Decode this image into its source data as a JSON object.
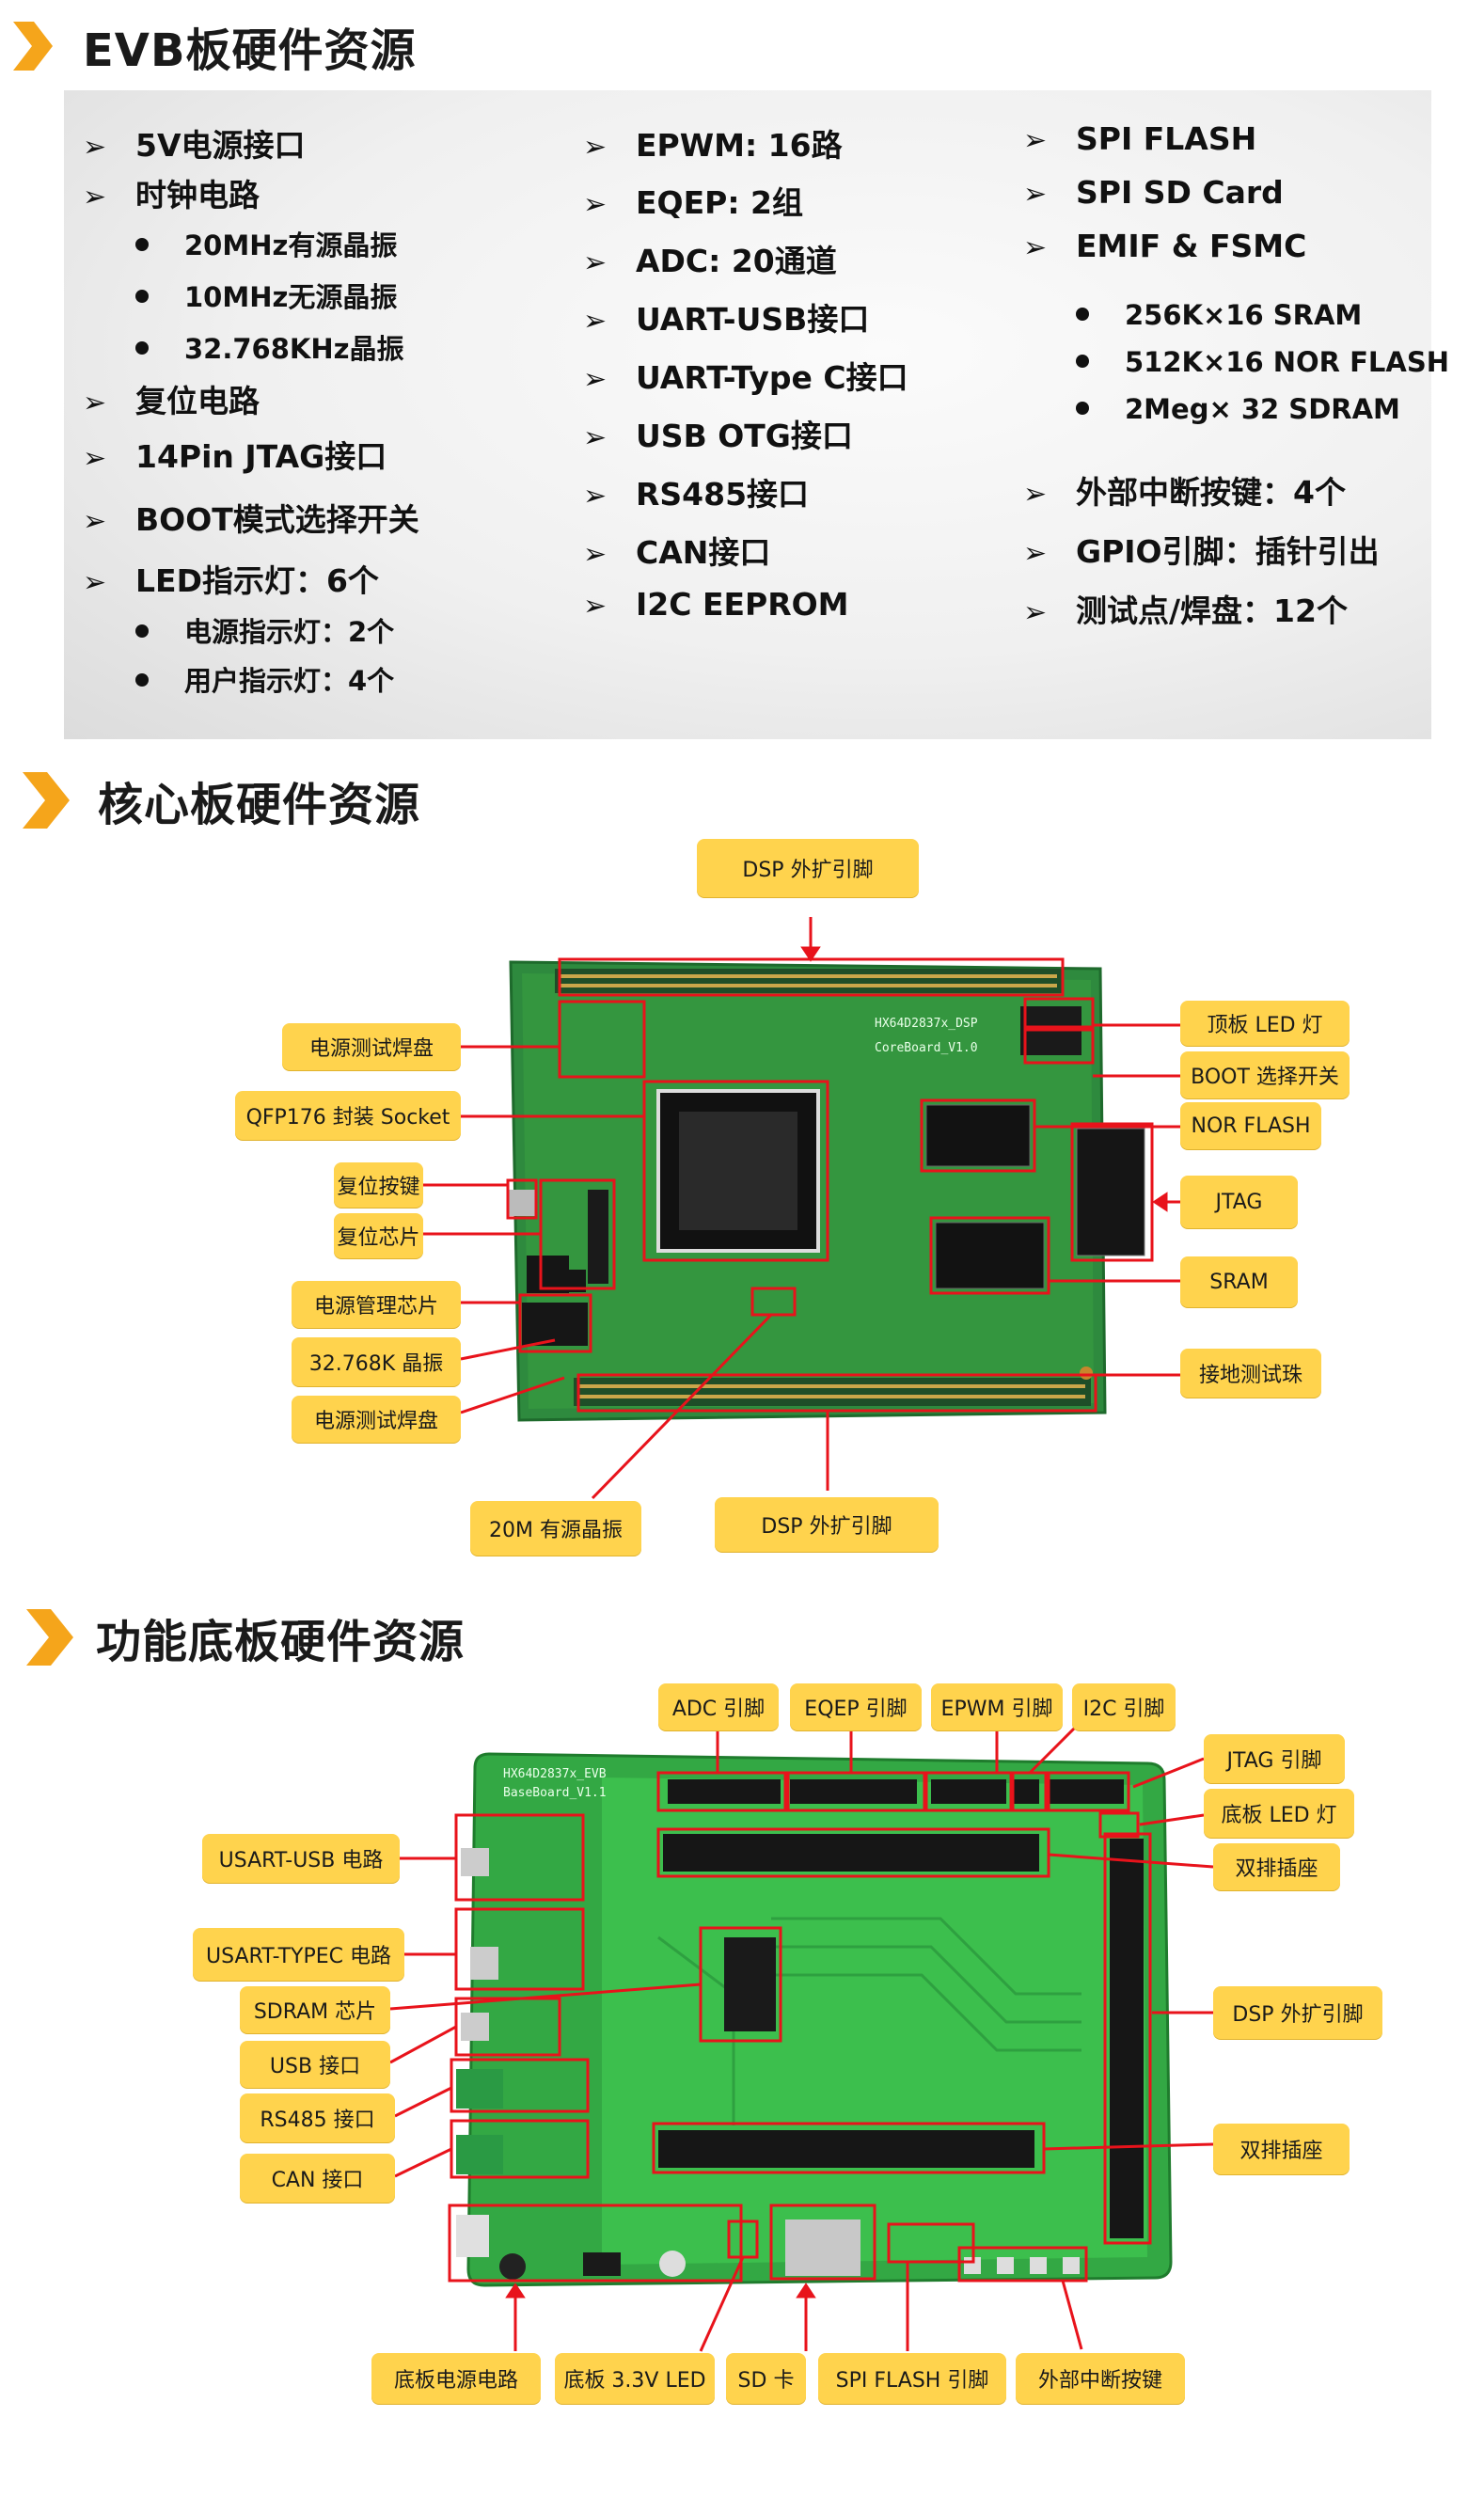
{
  "sections": {
    "evb_title": "EVB板硬件资源",
    "core_title": "核心板硬件资源",
    "base_title": "功能底板硬件资源"
  },
  "evb": {
    "col1": {
      "i0": "5V电源接口",
      "i1": "时钟电路",
      "s0": "20MHz有源晶振",
      "s1": "10MHz无源晶振",
      "s2": "32.768KHz晶振",
      "i2": "复位电路",
      "i3": "14Pin JTAG接口",
      "i4": "BOOT模式选择开关",
      "i5": "LED指示灯：6个",
      "s3": "电源指示灯：2个",
      "s4": "用户指示灯：4个"
    },
    "col2": {
      "i0": "EPWM: 16路",
      "i1": "EQEP: 2组",
      "i2": "ADC: 20通道",
      "i3": "UART-USB接口",
      "i4": "UART-Type C接口",
      "i5": "USB OTG接口",
      "i6": "RS485接口",
      "i7": "CAN接口",
      "i8": "I2C EEPROM"
    },
    "col3": {
      "i0": "SPI FLASH",
      "i1": "SPI SD Card",
      "i2": "EMIF & FSMC",
      "s0": "256K×16  SRAM",
      "s1": "512K×16 NOR FLASH",
      "s2": "2Meg× 32 SDRAM",
      "i3": "外部中断按键：4个",
      "i4": "GPIO引脚：插针引出",
      "i5": "测试点/焊盘：12个"
    }
  },
  "core": {
    "board_text1": "HX64D2837x_DSP",
    "board_text2": "CoreBoard_V1.0",
    "labels": {
      "dsp_top": "DSP 外扩引脚",
      "power_pad": "电源测试焊盘",
      "qfp": "QFP176 封装 Socket",
      "reset_btn": "复位按键",
      "reset_chip": "复位芯片",
      "pmic": "电源管理芯片",
      "crystal": "32.768K 晶振",
      "power_pad2": "电源测试焊盘",
      "osc20m": "20M 有源晶振",
      "dsp_bottom": "DSP 外扩引脚",
      "top_led": "顶板 LED 灯",
      "boot": "BOOT 选择开关",
      "nor": "NOR FLASH",
      "jtag": "JTAG",
      "sram": "SRAM",
      "gnd": "接地测试珠"
    }
  },
  "base": {
    "board_text1": "HX64D2837x_EVB",
    "board_text2": "BaseBoard_V1.1",
    "labels": {
      "adc": "ADC 引脚",
      "eqep": "EQEP 引脚",
      "epwm": "EPWM 引脚",
      "i2c": "I2C 引脚",
      "jtag": "JTAG 引脚",
      "base_led": "底板 LED 灯",
      "dual_header1": "双排插座",
      "dsp_pins": "DSP 外扩引脚",
      "dual_header2": "双排插座",
      "usart_usb": "USART-USB 电路",
      "usart_typec": "USART-TYPEC 电路",
      "sdram": "SDRAM 芯片",
      "usb": "USB 接口",
      "rs485": "RS485 接口",
      "can": "CAN 接口",
      "power": "底板电源电路",
      "led33": "底板 3.3V LED",
      "sd": "SD 卡",
      "spiflash": "SPI FLASH  引脚",
      "extint": "外部中断按键"
    }
  },
  "colors": {
    "accent": "#f5a51b",
    "label_bg": "#ffd34d",
    "pcb_green": "#2d8a3c",
    "pcb_green_bright": "#3cb84a",
    "callout_red": "#e8131b"
  }
}
